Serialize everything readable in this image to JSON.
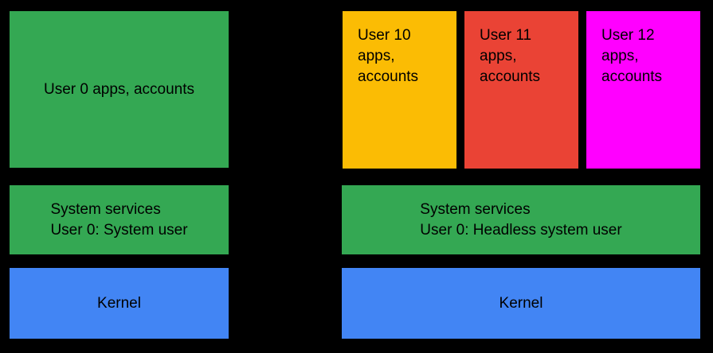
{
  "diagram": {
    "background": "#000000",
    "text_color": "#000000",
    "colors": {
      "green": "#34A853",
      "blue": "#4285F4",
      "yellow": "#FBBC04",
      "red": "#EA4335",
      "magenta": "#FF00FF"
    },
    "left": {
      "user_apps": {
        "label": "User 0 apps, accounts"
      },
      "system_services": {
        "line1": "System services",
        "line2": "User 0: System user"
      },
      "kernel": {
        "label": "Kernel"
      }
    },
    "right": {
      "user_blocks": [
        {
          "line1": "User 10",
          "line2": "apps,",
          "line3": "accounts"
        },
        {
          "line1": "User 11",
          "line2": "apps,",
          "line3": "accounts"
        },
        {
          "line1": "User 12",
          "line2": "apps,",
          "line3": "accounts"
        }
      ],
      "system_services": {
        "line1": "System services",
        "line2": "User 0: Headless system user"
      },
      "kernel": {
        "label": "Kernel"
      }
    }
  }
}
